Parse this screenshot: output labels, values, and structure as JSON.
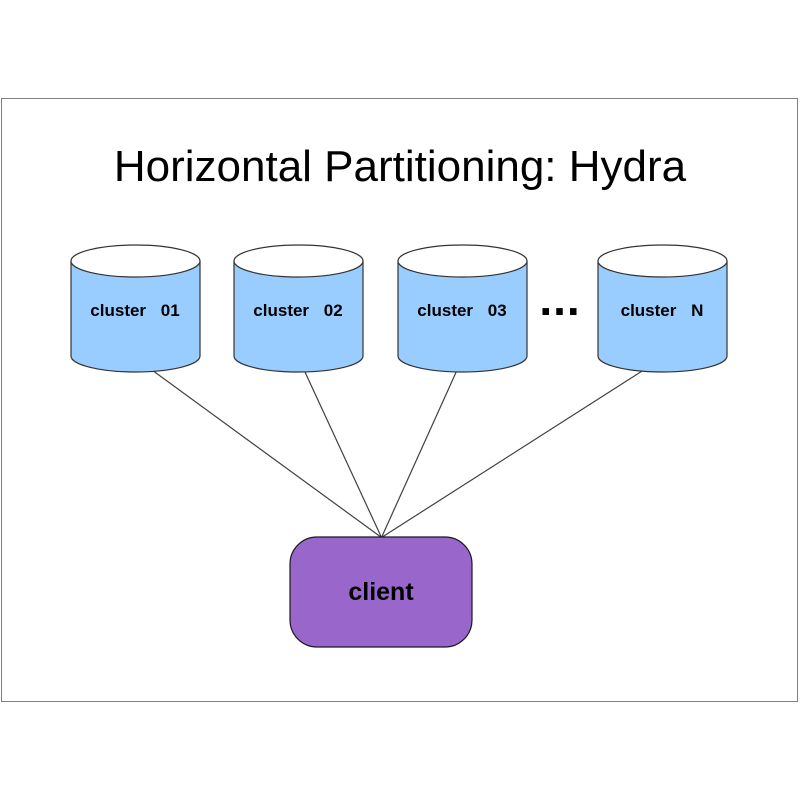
{
  "slide": {
    "title": "Horizontal Partitioning: Hydra",
    "clusters": [
      {
        "label": "cluster 01"
      },
      {
        "label": "cluster 02"
      },
      {
        "label": "cluster 03"
      },
      {
        "label": "cluster N"
      }
    ],
    "ellipsis": "...",
    "client": {
      "label": "client"
    },
    "colors": {
      "cylinder_fill": "#99CCFF",
      "cylinder_top_fill": "#FFFFFF",
      "shape_outline": "#333333",
      "client_fill": "#9966CC",
      "connector_line": "#404040",
      "frame_border": "#808080",
      "text": "#000000"
    }
  }
}
